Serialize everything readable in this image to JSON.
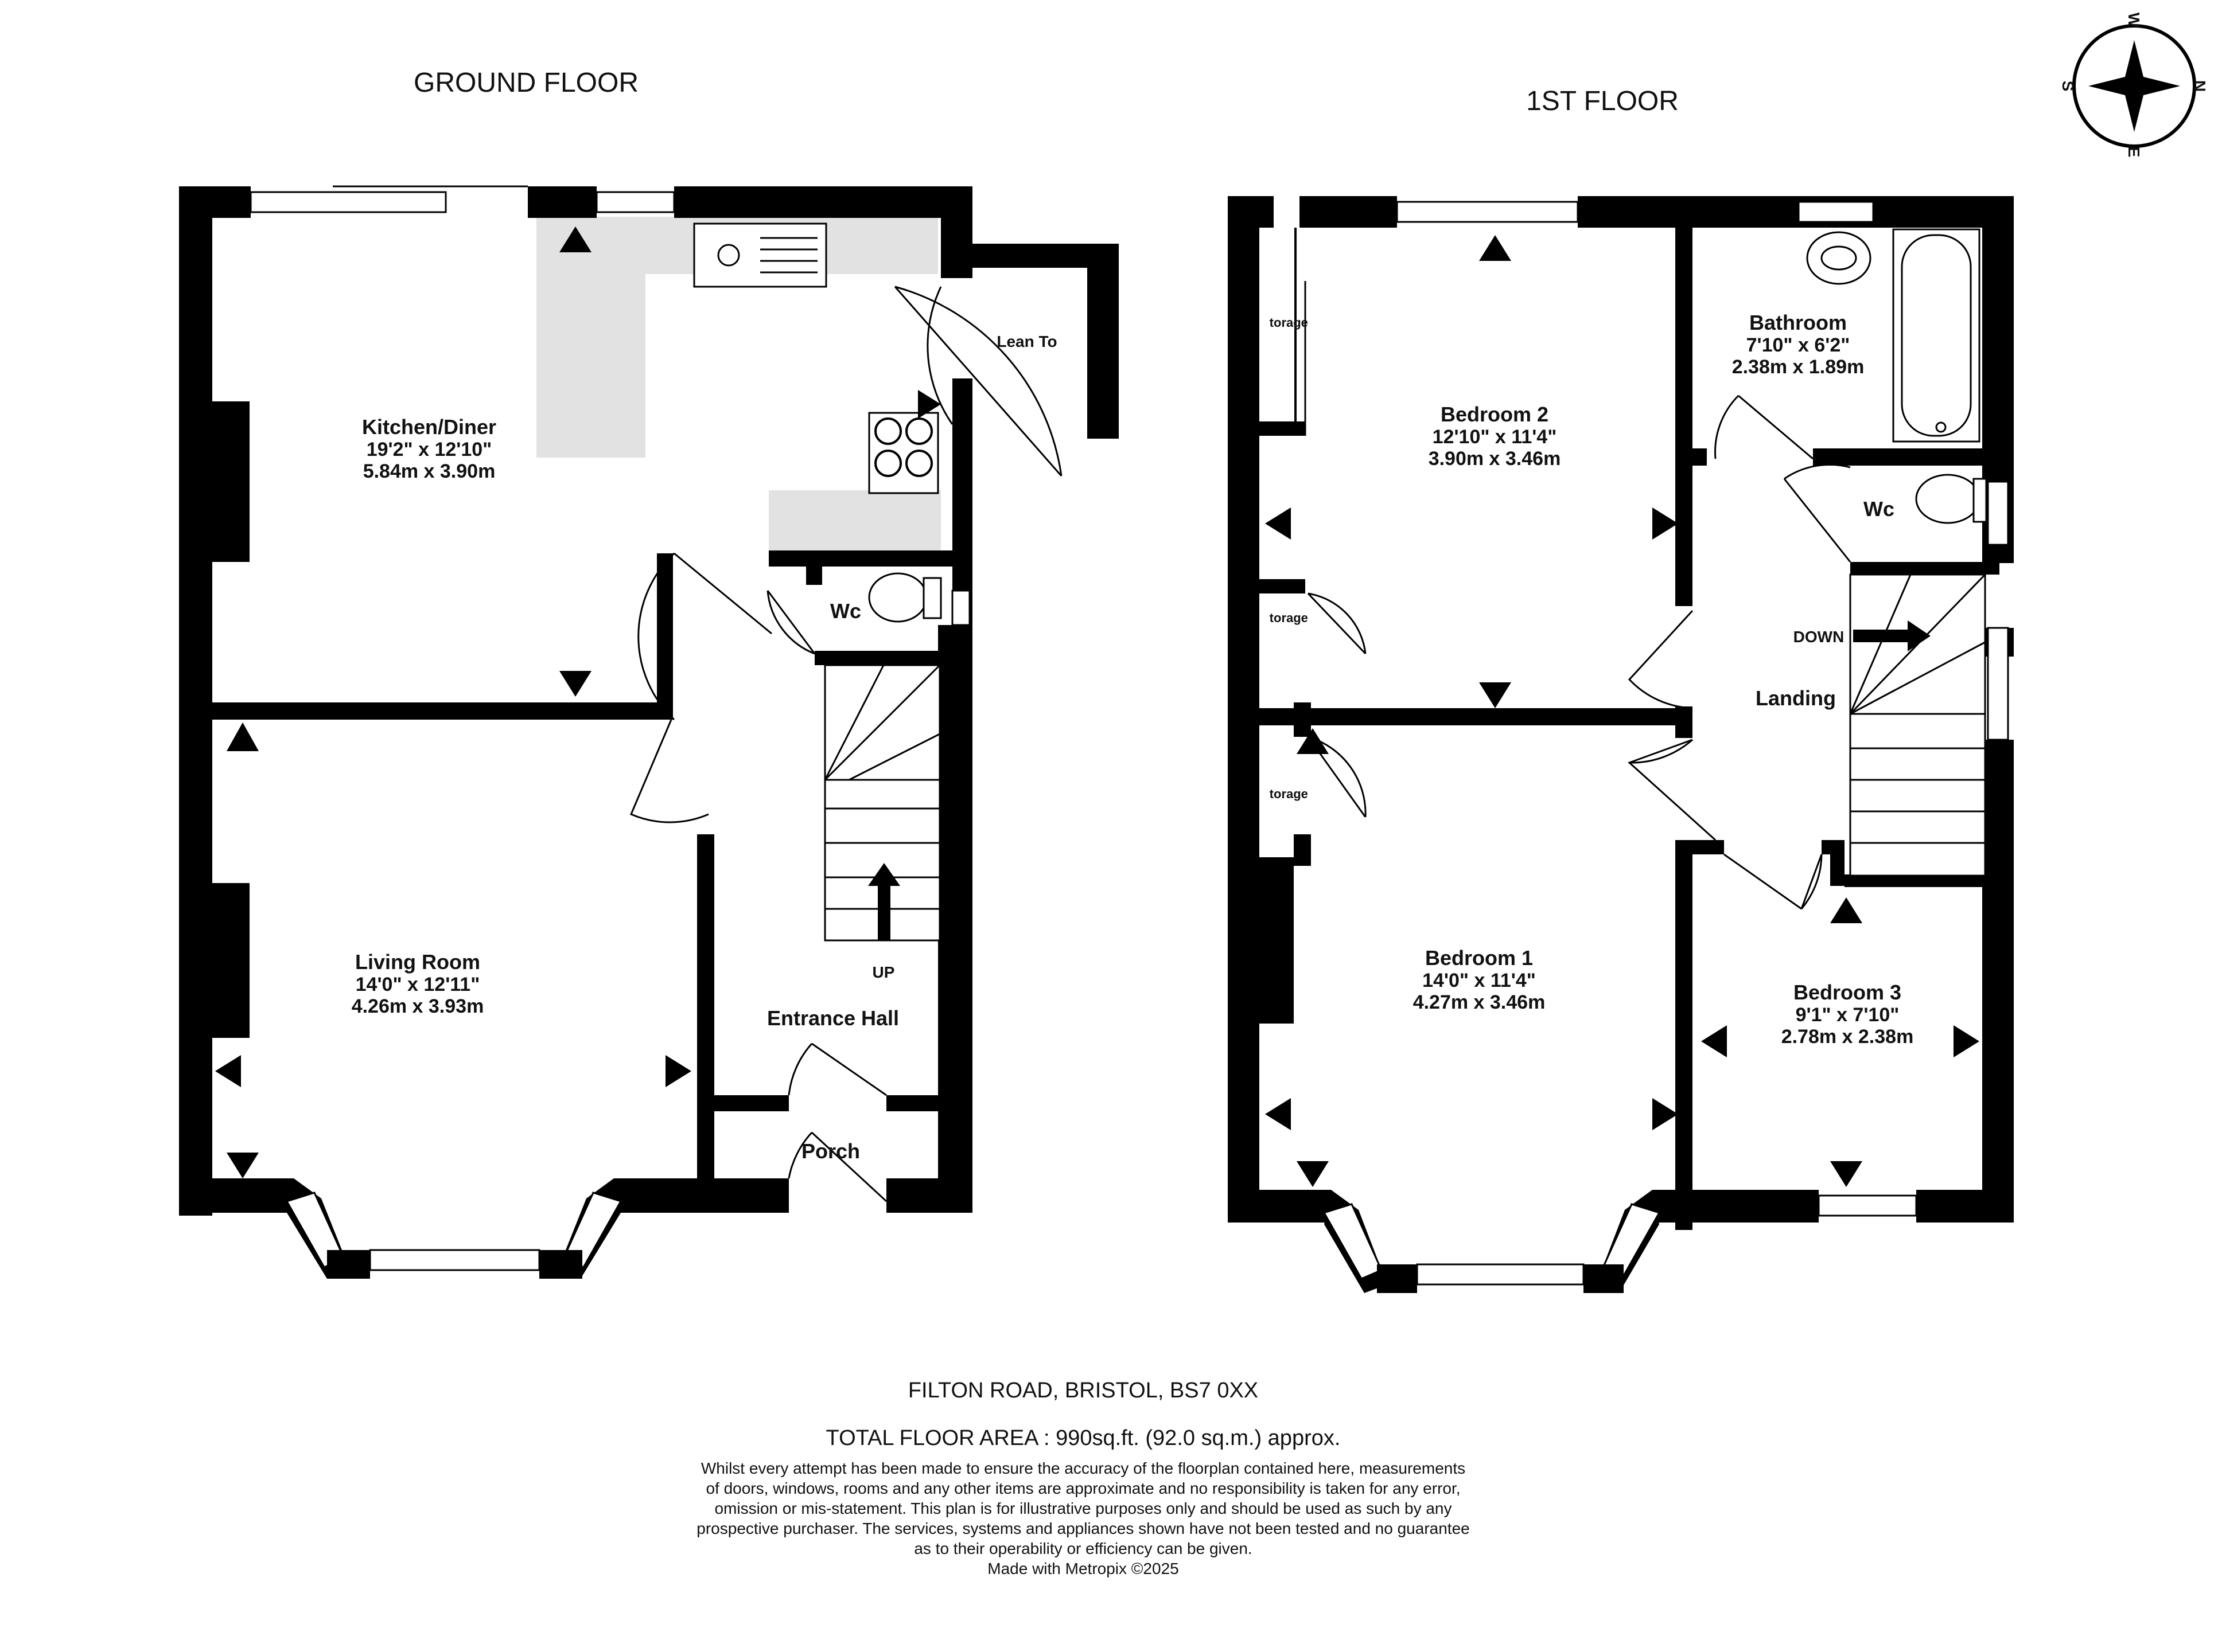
{
  "floors": {
    "ground": {
      "title": "GROUND FLOOR",
      "rooms": {
        "kitchen": {
          "name": "Kitchen/Diner",
          "imperial": "19'2\"  x 12'10\"",
          "metric": "5.84m  x 3.90m"
        },
        "lean_to": {
          "name": "Lean To"
        },
        "wc": {
          "name": "Wc"
        },
        "living": {
          "name": "Living Room",
          "imperial": "14'0\"  x 12'11\"",
          "metric": "4.26m  x 3.93m"
        },
        "hall": {
          "name": "Entrance Hall"
        },
        "porch": {
          "name": "Porch"
        }
      },
      "stairs_label": "UP"
    },
    "first": {
      "title": "1ST FLOOR",
      "rooms": {
        "bedroom2": {
          "name": "Bedroom 2",
          "imperial": "12'10\"  x 11'4\"",
          "metric": "3.90m  x 3.46m"
        },
        "bathroom": {
          "name": "Bathroom",
          "imperial": "7'10\"  x 6'2\"",
          "metric": "2.38m  x 1.89m"
        },
        "wc": {
          "name": "Wc"
        },
        "landing": {
          "name": "Landing"
        },
        "bedroom1": {
          "name": "Bedroom 1",
          "imperial": "14'0\"  x 11'4\"",
          "metric": "4.27m  x 3.46m"
        },
        "bedroom3": {
          "name": "Bedroom 3",
          "imperial": "9'1\"  x 7'10\"",
          "metric": "2.78m  x 2.38m"
        }
      },
      "storage_labels": [
        "Storage",
        "Storage",
        "Storage"
      ],
      "stairs_label": "DOWN"
    }
  },
  "compass": {
    "n": "N",
    "e": "E",
    "s": "S",
    "w": "W"
  },
  "footer": {
    "address": "FILTON ROAD, BRISTOL, BS7 0XX",
    "total_area": "TOTAL FLOOR AREA : 990sq.ft. (92.0 sq.m.) approx.",
    "disclaimer": [
      "Whilst every attempt has been made to ensure the accuracy of the floorplan contained here, measurements",
      "of doors, windows, rooms and any other items are approximate and no responsibility is taken for any error,",
      "omission or mis-statement. This plan is for illustrative purposes only and should be used as such by any",
      "prospective purchaser. The services, systems and appliances shown have not been tested and no guarantee",
      "as to their operability or efficiency can be given."
    ],
    "credit": "Made with Metropix ©2025"
  }
}
